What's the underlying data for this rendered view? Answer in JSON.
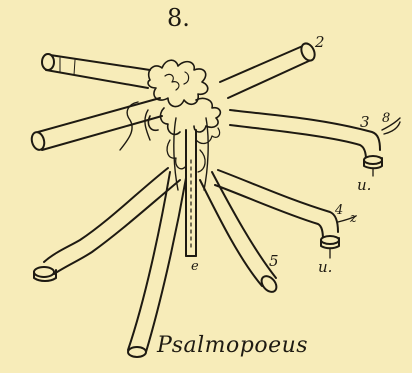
{
  "figure": {
    "number": "8.",
    "caption": "Psalmopoeus"
  },
  "labels": {
    "l2": "2",
    "l3": "3",
    "l8": "8",
    "u_upper": "u.",
    "l4": "4",
    "z": "z",
    "u_lower": "u.",
    "l5": "5",
    "e": "e"
  }
}
